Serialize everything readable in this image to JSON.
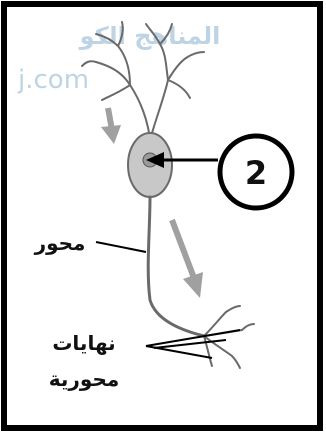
{
  "watermark": {
    "line1": "المناهج الكو",
    "line2": "j.com"
  },
  "labels": {
    "number_marker": "2",
    "axon": "محور",
    "axon_terminals_line1": "نهايات",
    "axon_terminals_line2": "محورية"
  },
  "colors": {
    "frame": "#000000",
    "neuron_fill": "#d8d8d8",
    "cell_body": "#c8c8c8",
    "nucleus": "#9a9a9a",
    "flow_arrow": "#a0a0a0",
    "watermark": "#a9c6dc"
  }
}
